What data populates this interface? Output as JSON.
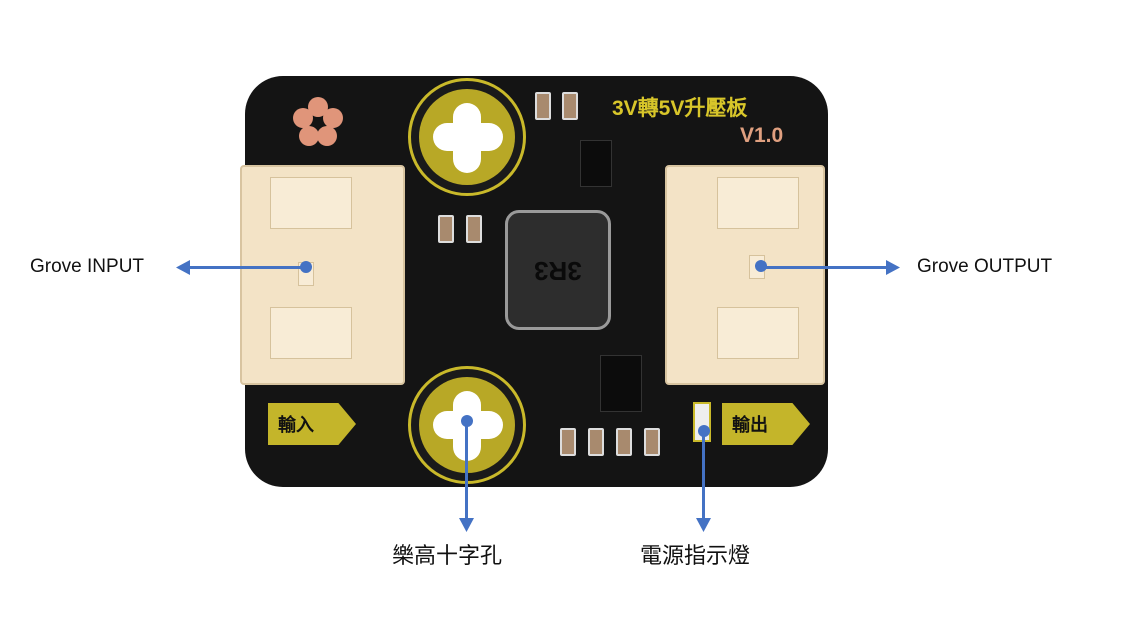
{
  "board": {
    "title": "3V轉5V升壓板",
    "version": "V1.0",
    "inductor_marking": "3R3",
    "input_tag": "輸入",
    "output_tag": "輸出"
  },
  "callouts": {
    "grove_input": "Grove INPUT",
    "grove_output": "Grove OUTPUT",
    "lego_hole": "樂高十字孔",
    "power_led": "電源指示燈"
  },
  "colors": {
    "arrow": "#4472c4",
    "silkscreen": "#c9b92a",
    "pcb": "#141414"
  }
}
